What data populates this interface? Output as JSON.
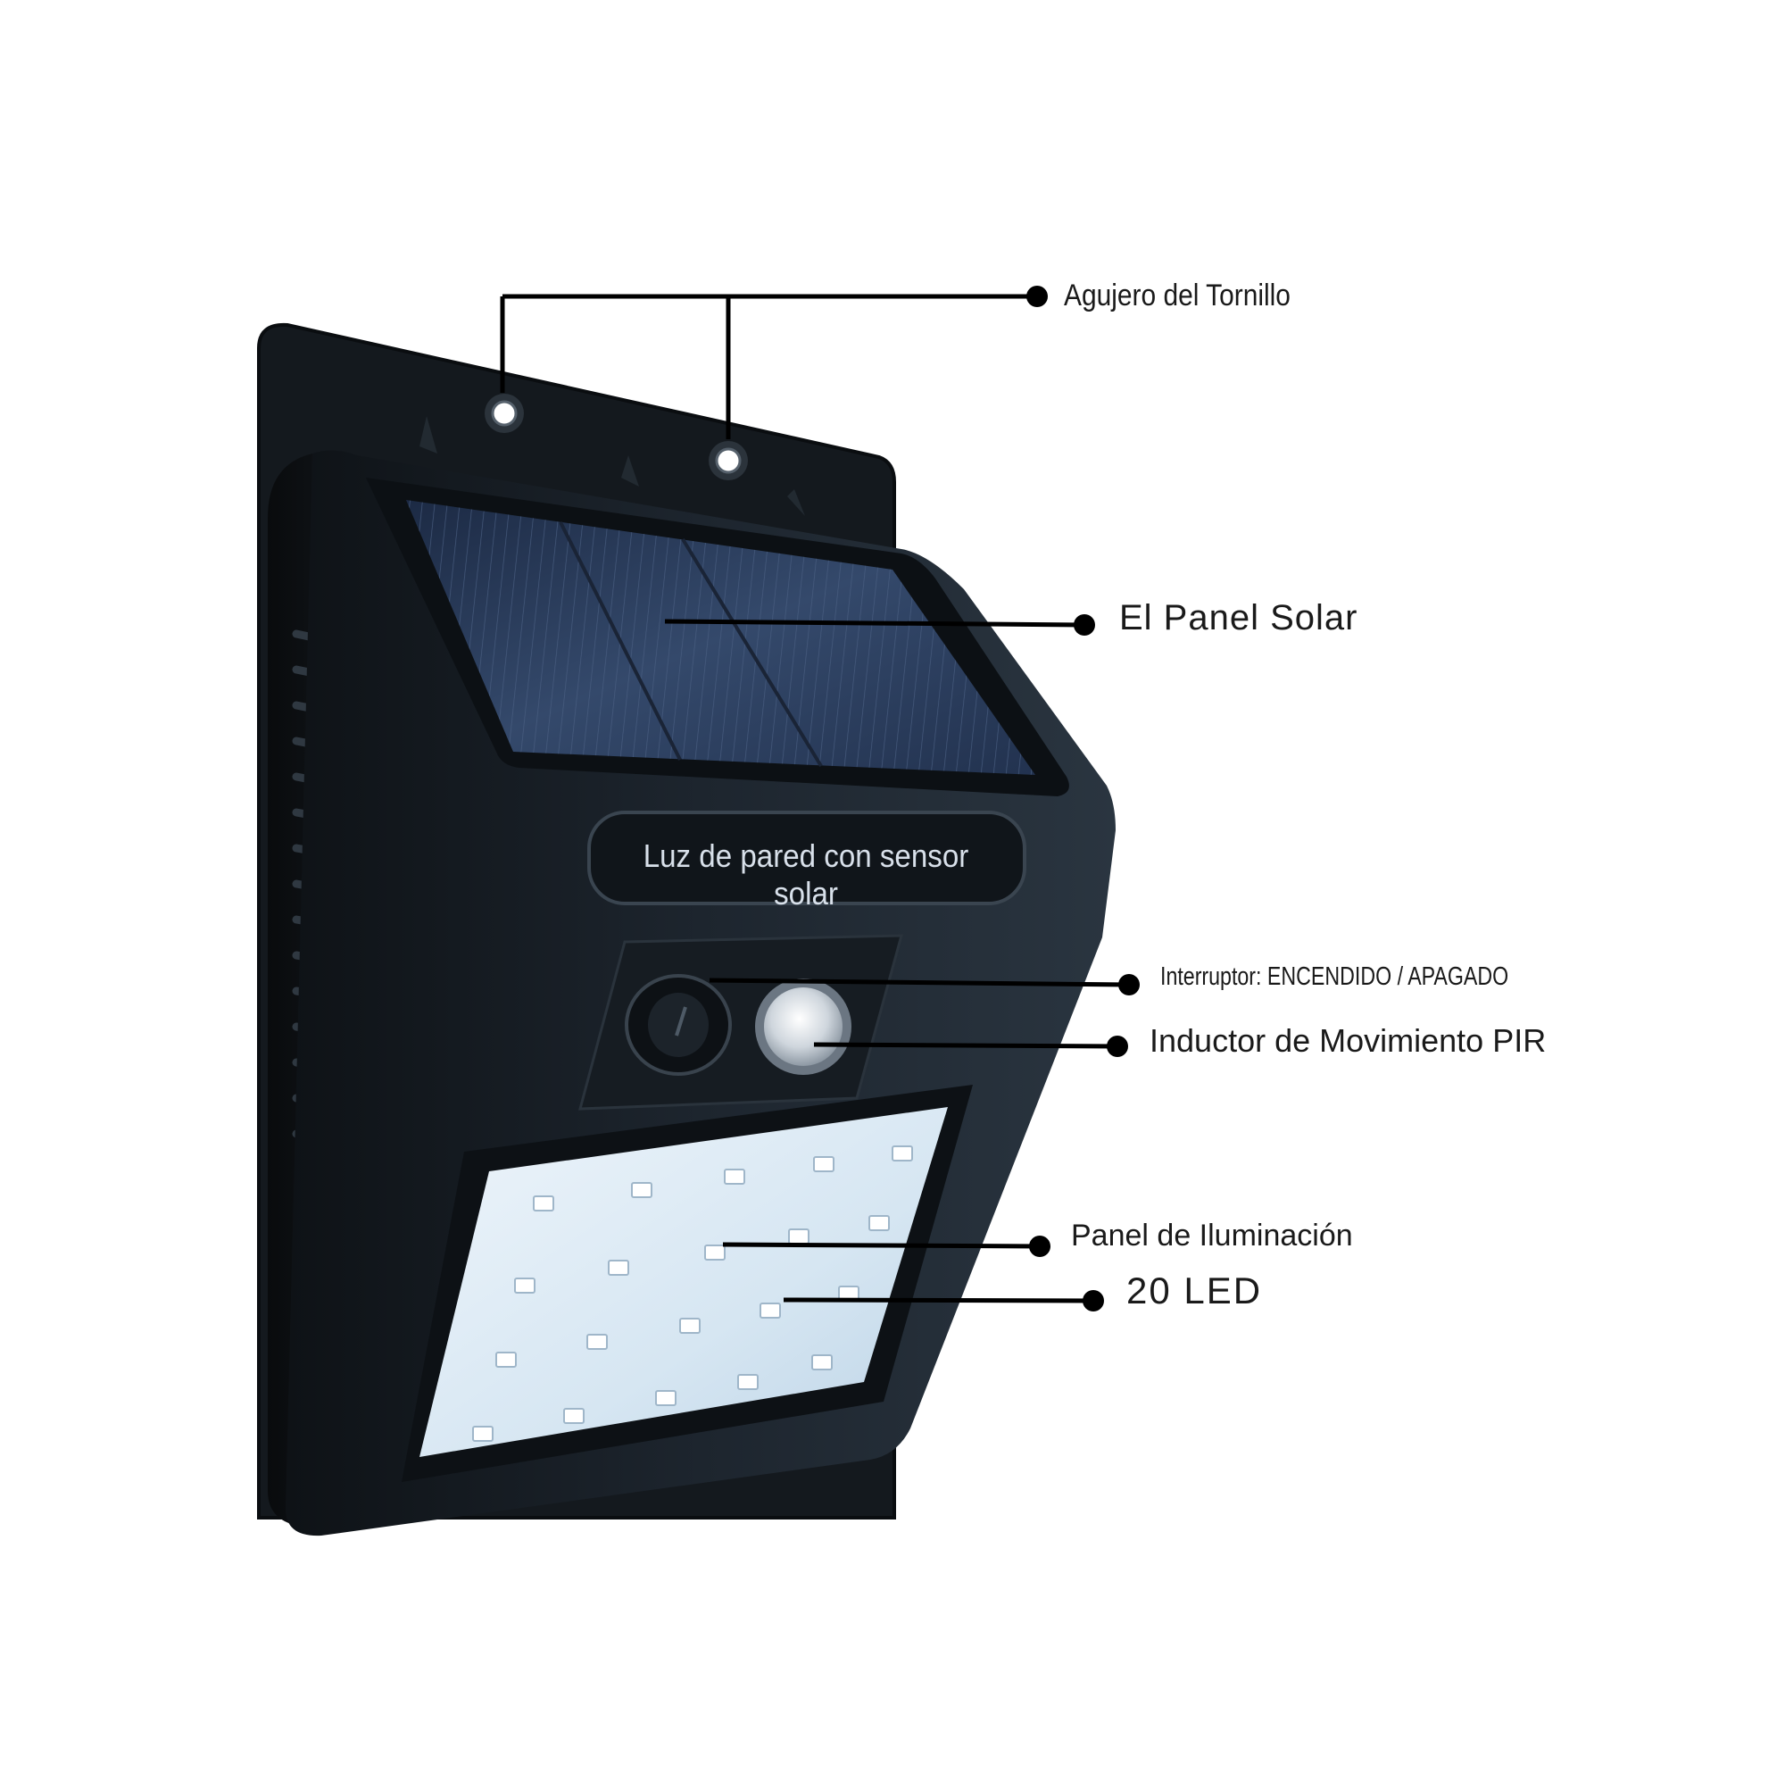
{
  "product_name": "Luz de pared con sensor solar",
  "callouts": {
    "screw_hole": "Agujero del Tornillo",
    "solar_panel": "El Panel Solar",
    "switch": "Interruptor: ENCENDIDO / APAGADO",
    "pir_sensor": "Inductor de Movimiento PIR",
    "lighting_panel": "Panel de Iluminación",
    "led_count": "20 LED"
  },
  "colors": {
    "housing": "#161c22",
    "solar_cells": "#2a3b57",
    "led_panel": "#dce9f4",
    "leader_line": "#000000"
  }
}
